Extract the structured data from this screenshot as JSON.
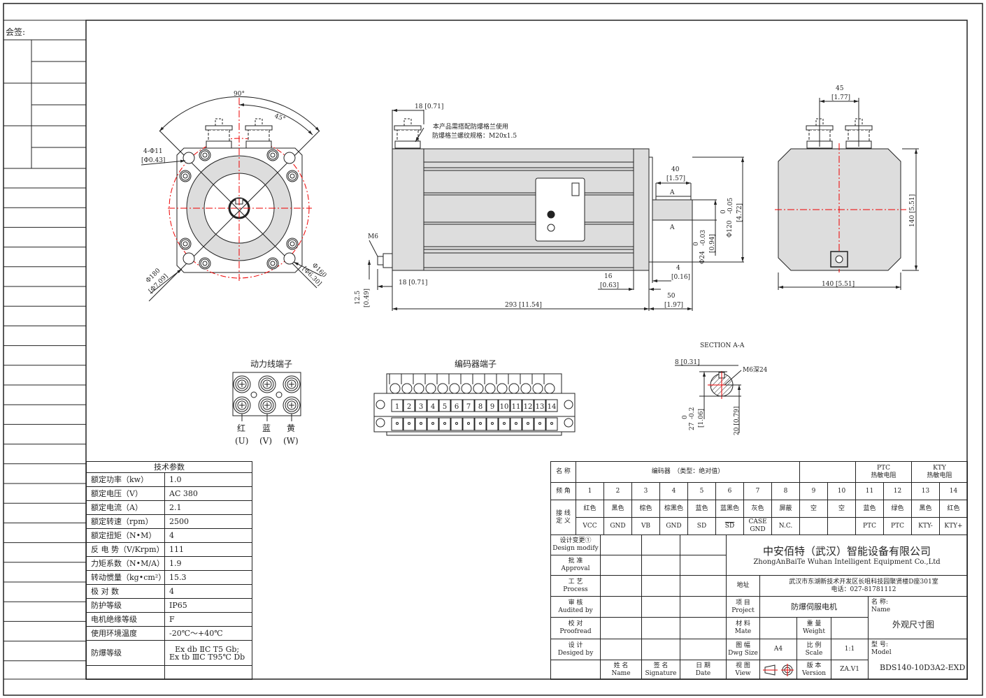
{
  "sign_block": {
    "label": "会签:"
  },
  "front_view": {
    "angle_90": "90°",
    "angle_45": "45°",
    "holes": "4-Φ11",
    "holes_in": "[Φ0.43]",
    "pcd_outer": "Φ180",
    "pcd_outer_in": "[Φ7.09]",
    "pcd_inner": "Φ160",
    "pcd_inner_in": "[Φ6.30]"
  },
  "side_view": {
    "gland_offset": "18 [0.71]",
    "note_line1": "本产品需搭配防爆格兰使用",
    "note_line2": "防爆格兰螺纹规格：M20x1.5",
    "ground_stud": "M6",
    "ground_offset": "18 [0.71]",
    "ground_height": "12.5",
    "ground_height_in": "[0.49]",
    "length": "293 [11.54]",
    "flange_thk": "16",
    "flange_thk_in": "[0.63]",
    "spigot": "4",
    "spigot_in": "[0.16]",
    "shaft_len": "50",
    "shaft_len_in": "[1.97]",
    "key_len": "40",
    "key_len_in": "[1.57]",
    "spigot_dia": "Φ120",
    "spigot_tol_up": "0",
    "spigot_tol_low": "-0.05",
    "spigot_dia_in": "[4.72]",
    "shaft_dia": "Φ24",
    "shaft_tol_up": "0",
    "shaft_tol_low": "-0.03",
    "shaft_dia_in": "[0.94]",
    "section_mark": "A"
  },
  "rear_view": {
    "gland_pitch": "45",
    "gland_pitch_in": "[1.77]",
    "width": "140 [5.51]",
    "height": "140 [5.51]"
  },
  "section": {
    "title": "SECTION A-A",
    "key_width": "8 [0.31]",
    "thread": "M6深24",
    "key_height": "27",
    "key_tol_up": "0",
    "key_tol_low": "-0.2",
    "key_height_in": "[1.06]",
    "center_height": "20 [0.79]"
  },
  "power_terminal": {
    "title": "动力线端子",
    "phases": [
      {
        "color": "红",
        "phase": "(U)"
      },
      {
        "color": "蓝",
        "phase": "(V)"
      },
      {
        "color": "黄",
        "phase": "(W)"
      }
    ]
  },
  "encoder_terminal": {
    "title": "编码器端子"
  },
  "tech_params": {
    "title": "技术参数",
    "rows": [
      {
        "name": "额定功率（kw）",
        "value": "1.0"
      },
      {
        "name": "额定电压（V）",
        "value": "AC 380"
      },
      {
        "name": "额定电流（A）",
        "value": "2.1"
      },
      {
        "name": "额定转速（rpm）",
        "value": "2500"
      },
      {
        "name": "额定扭矩（N•M）",
        "value": "4"
      },
      {
        "name": "反 电 势（V/Krpm）",
        "value": "111"
      },
      {
        "name": "力矩系数（N•M/A）",
        "value": "1.9"
      },
      {
        "name": "转动惯量（kg•cm²）",
        "value": "15.3"
      },
      {
        "name": "极 对 数",
        "value": "4"
      },
      {
        "name": "防护等级",
        "value": "IP65"
      },
      {
        "name": "电机绝缘等级",
        "value": "F"
      },
      {
        "name": "使用环境温度",
        "value": "-20℃～+40℃"
      },
      {
        "name": "防爆等级",
        "value": "Ex db ⅡC T5 Gb;\nEx tb ⅢC T95℃ Db"
      }
    ]
  },
  "encoder_table": {
    "name_label": "名 称",
    "encoder_title": "编码器　（类型：绝对值）",
    "ptc_title": "PTC\n热敏电阻",
    "kty_title": "KTY\n热敏电阻",
    "pin_label": "频 角",
    "wiring_label": "接 线\n定 义",
    "pins": [
      "1",
      "2",
      "3",
      "4",
      "5",
      "6",
      "7",
      "8",
      "9",
      "10",
      "11",
      "12",
      "13",
      "14"
    ],
    "colors": [
      "红色",
      "黑色",
      "棕色",
      "棕黑色",
      "蓝色",
      "蓝黑色",
      "灰色",
      "屏蔽",
      "空",
      "空",
      "蓝色",
      "绿色",
      "黑色",
      "红色"
    ],
    "signals": [
      "VCC",
      "GND",
      "VB",
      "GND",
      "SD",
      "SD",
      "CASE\nGND",
      "N.C.",
      "",
      "",
      "PTC",
      "PTC",
      "KTY-",
      "KTY+"
    ]
  },
  "title_block": {
    "rows": [
      {
        "cn": "设计变更①",
        "en": "Design modify"
      },
      {
        "cn": "批 准",
        "en": "Approval"
      },
      {
        "cn": "工 艺",
        "en": "Process"
      },
      {
        "cn": "审 核",
        "en": "Audited by"
      },
      {
        "cn": "校 对",
        "en": "Proofread"
      },
      {
        "cn": "设 计",
        "en": "Desiged by"
      }
    ],
    "footer": [
      {
        "cn": "姓 名",
        "en": "Name"
      },
      {
        "cn": "签 名",
        "en": "Signature"
      },
      {
        "cn": "日 期",
        "en": "Date"
      }
    ],
    "company_cn": "中安佰特（武汉）智能设备有限公司",
    "company_en": "ZhongAnBaiTe Wuhan Intelligent Equipment Co.,Ltd",
    "address_label": "地址",
    "address": "武汉市东湖新技术开发区长咀科技园聚贤楼D座301室",
    "phone": "电话：027-81781112",
    "project_label": {
      "cn": "项 目",
      "en": "Project"
    },
    "project": "防爆伺服电机",
    "name_label": {
      "cn": "名 称:",
      "en": "Name"
    },
    "name": "外观尺寸图",
    "material_label": {
      "cn": "材 料",
      "en": "Mate"
    },
    "weight_label": {
      "cn": "重 量",
      "en": "Weight"
    },
    "size_label": {
      "cn": "图 幅",
      "en": "Dwg Size"
    },
    "size": "A4",
    "scale_label": {
      "cn": "比 例",
      "en": "Scale"
    },
    "scale": "1:1",
    "view_label": {
      "cn": "视 图",
      "en": "View"
    },
    "version_label": {
      "cn": "版 本",
      "en": "Version"
    },
    "version": "ZA.V1",
    "model_label": {
      "cn": "型 号:",
      "en": "Model"
    },
    "model": "BDS140-10D3A2-EXD"
  },
  "colors": {
    "line": "#222222",
    "fill": "#dddddd",
    "center_line": "#e00000"
  }
}
